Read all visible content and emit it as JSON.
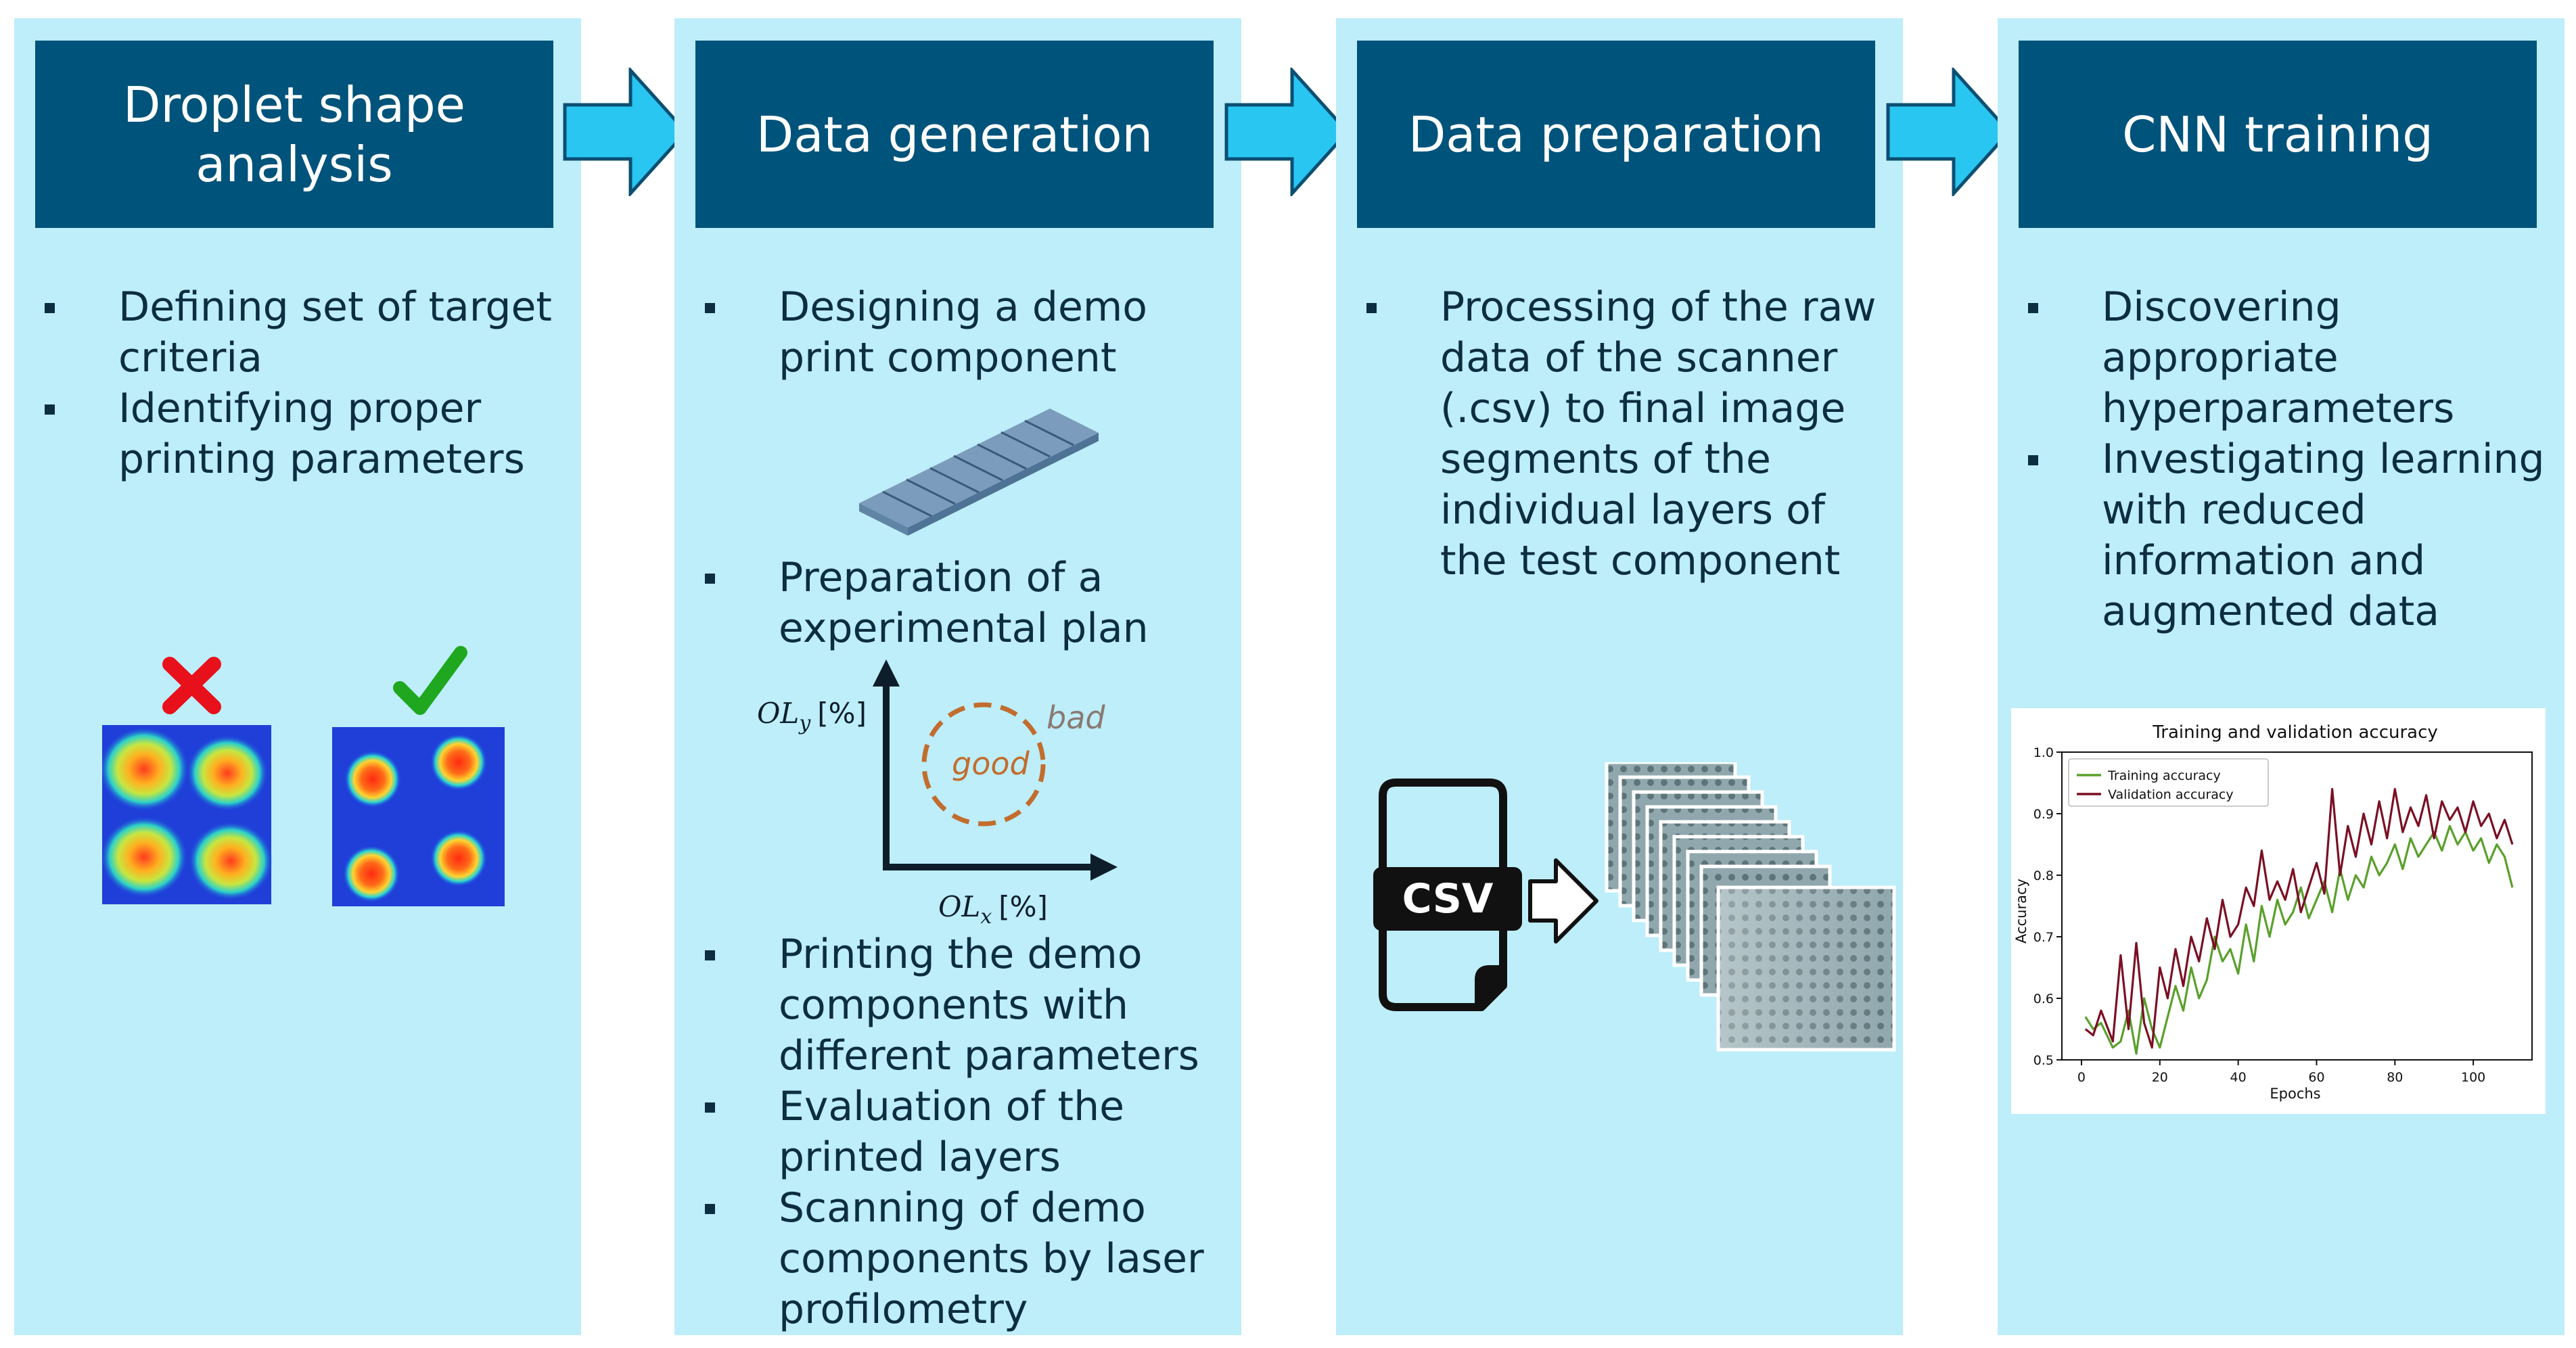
{
  "steps": [
    {
      "title_lines": [
        "Droplet shape",
        "analysis"
      ],
      "bullets": [
        "Defining set of target criteria",
        "Identifying proper printing parameters"
      ]
    },
    {
      "title_lines": [
        "Data generation"
      ],
      "bullets_top": [
        "Designing a demo print component"
      ],
      "bullets_mid": [
        "Preparation of a experimental plan"
      ],
      "bullets_bottom": [
        "Printing the demo components with different parameters",
        "Evaluation of the printed layers",
        "Scanning of demo components by laser profilometry"
      ],
      "plan_plot": {
        "y_label": "OL",
        "y_sub": "y",
        "x_label": "OL",
        "x_sub": "x",
        "unit": "[%]",
        "good_label": "good",
        "bad_label": "bad"
      }
    },
    {
      "title_lines": [
        "Data preparation"
      ],
      "bullets": [
        "Processing of the raw data of the scanner (.csv) to final image segments of the individual layers of the test component"
      ],
      "file_label": "CSV"
    },
    {
      "title_lines": [
        "CNN training"
      ],
      "bullets": [
        "Discovering appropriate hyperparameters",
        "Investigating learning with reduced information and augmented data"
      ]
    }
  ],
  "colors": {
    "panel": "#bdeefa",
    "header": "#00537a",
    "arrow": "#29c6f2",
    "good_circle": "#c26d2e",
    "train_line": "#5aa02c",
    "val_line": "#7a1024"
  },
  "chart_data": {
    "type": "line",
    "title": "Training and validation accuracy",
    "xlabel": "Epochs",
    "ylabel": "Accuracy",
    "xlim": [
      -5,
      115
    ],
    "ylim": [
      0.5,
      1.0
    ],
    "xticks": [
      0,
      20,
      40,
      60,
      80,
      100
    ],
    "yticks": [
      0.5,
      0.6,
      0.7,
      0.8,
      0.9,
      1.0
    ],
    "legend": "top-left",
    "series": [
      {
        "name": "Training accuracy",
        "color": "#5aa02c",
        "x": [
          1,
          3,
          5,
          8,
          10,
          12,
          14,
          16,
          18,
          20,
          22,
          24,
          26,
          28,
          30,
          32,
          34,
          36,
          38,
          40,
          42,
          44,
          46,
          48,
          50,
          52,
          54,
          56,
          58,
          60,
          62,
          64,
          66,
          68,
          70,
          72,
          74,
          76,
          78,
          80,
          82,
          84,
          86,
          88,
          90,
          92,
          94,
          96,
          98,
          100,
          102,
          104,
          106,
          108,
          110
        ],
        "values": [
          0.57,
          0.55,
          0.56,
          0.52,
          0.53,
          0.58,
          0.51,
          0.6,
          0.55,
          0.52,
          0.57,
          0.62,
          0.58,
          0.65,
          0.6,
          0.63,
          0.7,
          0.66,
          0.68,
          0.64,
          0.72,
          0.66,
          0.75,
          0.7,
          0.76,
          0.72,
          0.74,
          0.78,
          0.73,
          0.76,
          0.79,
          0.74,
          0.81,
          0.76,
          0.8,
          0.78,
          0.83,
          0.8,
          0.82,
          0.85,
          0.81,
          0.86,
          0.83,
          0.85,
          0.87,
          0.84,
          0.88,
          0.85,
          0.87,
          0.84,
          0.86,
          0.82,
          0.85,
          0.83,
          0.78
        ]
      },
      {
        "name": "Validation accuracy",
        "color": "#7a1024",
        "x": [
          1,
          3,
          5,
          8,
          10,
          12,
          14,
          16,
          18,
          20,
          22,
          24,
          26,
          28,
          30,
          32,
          34,
          36,
          38,
          40,
          42,
          44,
          46,
          48,
          50,
          52,
          54,
          56,
          58,
          60,
          62,
          64,
          66,
          68,
          70,
          72,
          74,
          76,
          78,
          80,
          82,
          84,
          86,
          88,
          90,
          92,
          94,
          96,
          98,
          100,
          102,
          104,
          106,
          108,
          110
        ],
        "values": [
          0.55,
          0.54,
          0.58,
          0.53,
          0.67,
          0.55,
          0.69,
          0.56,
          0.52,
          0.65,
          0.6,
          0.68,
          0.62,
          0.7,
          0.66,
          0.73,
          0.68,
          0.76,
          0.7,
          0.72,
          0.78,
          0.75,
          0.84,
          0.76,
          0.79,
          0.76,
          0.81,
          0.74,
          0.78,
          0.82,
          0.77,
          0.94,
          0.8,
          0.88,
          0.83,
          0.9,
          0.85,
          0.92,
          0.86,
          0.94,
          0.87,
          0.91,
          0.88,
          0.93,
          0.86,
          0.92,
          0.89,
          0.91,
          0.87,
          0.92,
          0.88,
          0.9,
          0.86,
          0.89,
          0.85
        ]
      }
    ]
  }
}
